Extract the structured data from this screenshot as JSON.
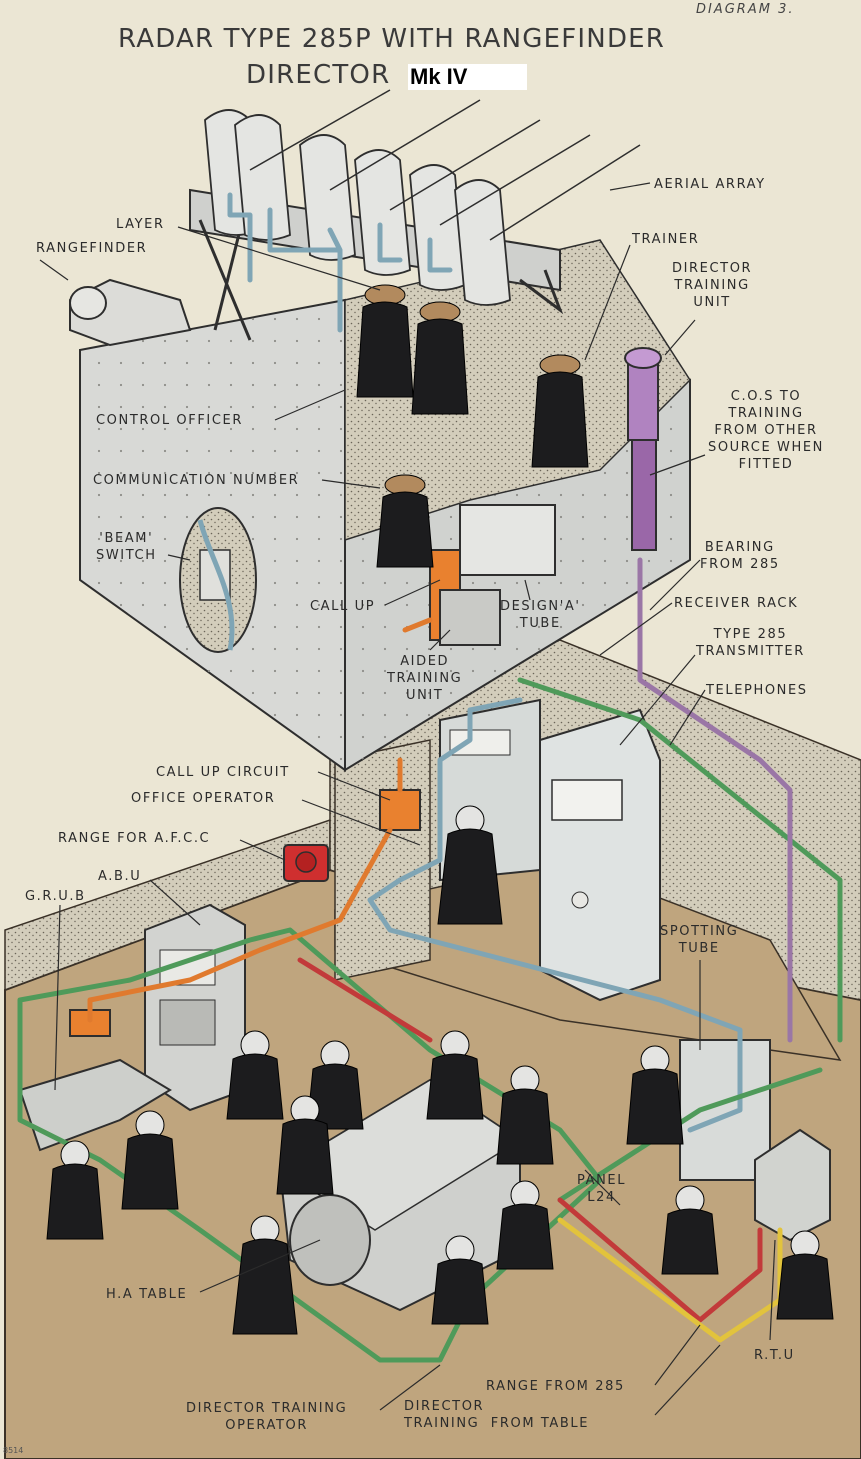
{
  "header": {
    "diagram_number": "DIAGRAM 3.",
    "title_line1": "RADAR TYPE 285P WITH RANGEFINDER",
    "title_line2": "DIRECTOR",
    "title_mark": "Mk IV"
  },
  "labels": {
    "aerial_array": "AERIAL ARRAY",
    "layer": "LAYER",
    "rangefinder": "RANGEFINDER",
    "trainer": "TRAINER",
    "director_training_unit": "DIRECTOR\nTRAINING\nUNIT",
    "control_officer": "CONTROL OFFICER",
    "cos_to_training": "C.O.S TO\nTRAINING\nFROM OTHER\nSOURCE WHEN\nFITTED",
    "communication_number": "COMMUNICATION NUMBER",
    "beam_switch": "'BEAM'\nSWITCH",
    "bearing_from_285": "BEARING\nFROM 285",
    "call_up": "CALL UP",
    "design_a_tube": "DESIGN'A'\nTUBE",
    "receiver_rack": "RECEIVER RACK",
    "type_285_transmitter": "TYPE 285\nTRANSMITTER",
    "aided_training_unit": "AIDED\nTRAINING\nUNIT",
    "telephones": "TELEPHONES",
    "call_up_circuit": "CALL UP CIRCUIT",
    "office_operator": "OFFICE OPERATOR",
    "range_for_afcc": "RANGE FOR A.F.C.C",
    "abu": "A.B.U",
    "grub": "G.R.U.B",
    "spotting_tube": "SPOTTING\nTUBE",
    "panel_l24": "PANEL\nL24",
    "ha_table": "H.A TABLE",
    "rtu": "R.T.U",
    "range_from_285": "RANGE FROM 285",
    "director_training_operator": "DIRECTOR TRAINING\nOPERATOR",
    "director_training_from_table": "DIRECTOR\nTRAINING  FROM TABLE"
  },
  "footer": {
    "corner_mark": "8514"
  },
  "colors": {
    "paper": "#ebe6d4",
    "structure": "#d6d6d2",
    "floor": "#bfa57e",
    "wire_blue": "#7fa5b5",
    "wire_green": "#4f9a5a",
    "wire_red": "#c23a3a",
    "wire_yellow": "#e2c33c",
    "wire_purple": "#9a76a6",
    "wire_orange": "#e07a2e",
    "sailor": "#1c1c1e"
  }
}
